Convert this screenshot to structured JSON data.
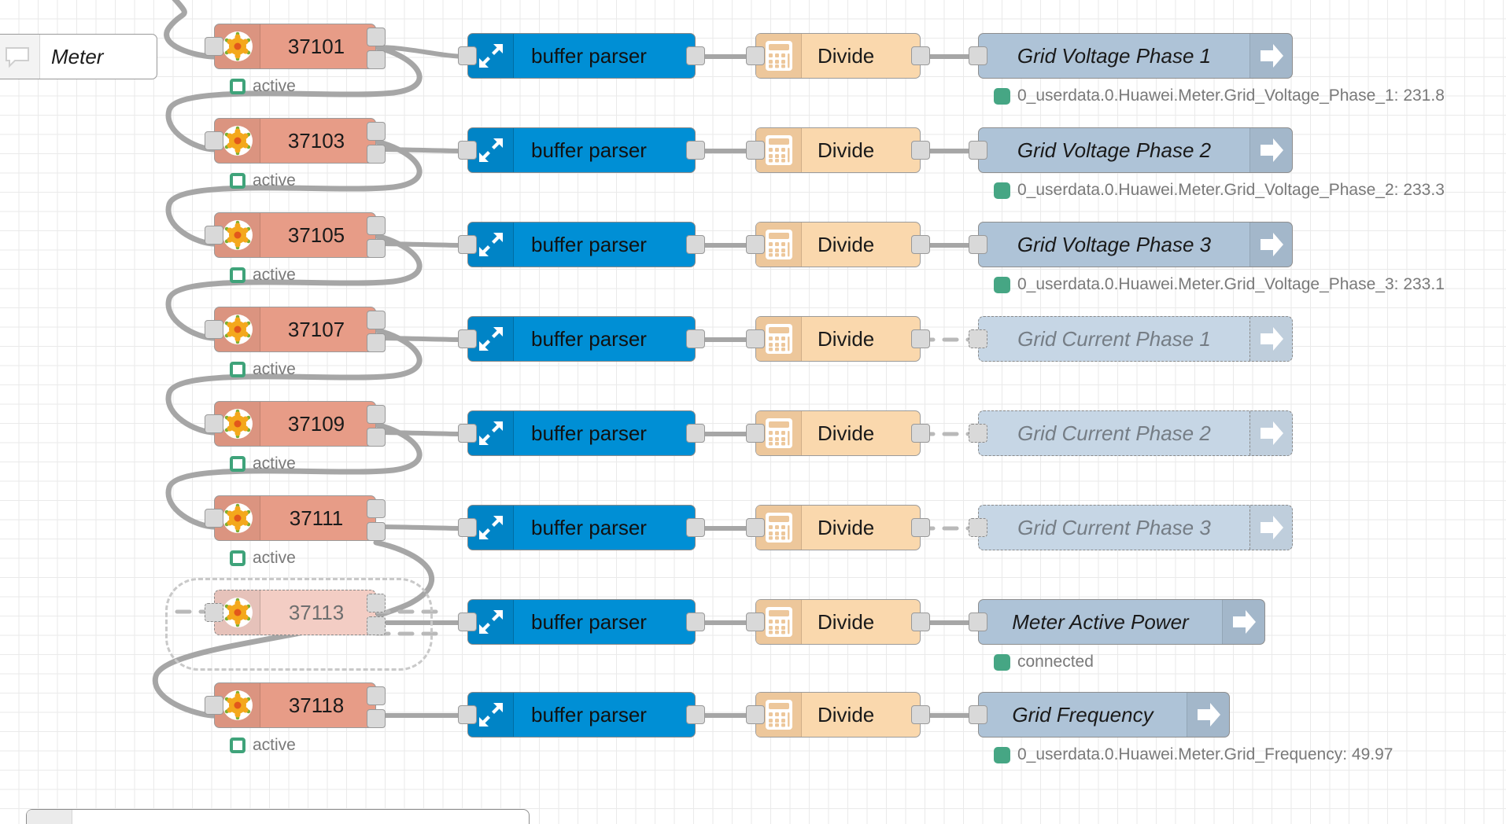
{
  "app": {
    "name": "Node-RED Flow Editor",
    "canvas_label": "flow-canvas"
  },
  "comment": {
    "text": "Meter",
    "icon": "comment-icon"
  },
  "icons": {
    "modbus": "modbus-flexgetter-icon",
    "buffer_parser": "expand-arrows-icon",
    "divide": "calculator-icon",
    "iobroker_out": "arrow-right-icon",
    "comment": "speech-bubble-icon"
  },
  "labels": {
    "buffer_parser": "buffer parser",
    "divide": "Divide",
    "status_active": "active",
    "status_connected": "connected"
  },
  "colors": {
    "modbus": "#e79c87",
    "modbus_disabled": "#f3cdc4",
    "buffer_parser": "#008fd5",
    "divide": "#fad8ad",
    "divide_icon": "#edc79b",
    "iobroker": "#aec3d7",
    "iobroker_disabled": "#c6d6e5",
    "status_green": "#46a684",
    "wire": "#a6a6a6",
    "grid": "#eaeaea",
    "node_border": "#999999"
  },
  "rows": [
    {
      "register": "37101",
      "register_status": "active",
      "parser": "buffer parser",
      "divide": "Divide",
      "out_label": "Grid Voltage Phase 1",
      "out_disabled": false,
      "out_status": "0_userdata.0.Huawei.Meter.Grid_Voltage_Phase_1: 231.8",
      "out_status_kind": "fill"
    },
    {
      "register": "37103",
      "register_status": "active",
      "parser": "buffer parser",
      "divide": "Divide",
      "out_label": "Grid Voltage Phase 2",
      "out_disabled": false,
      "out_status": "0_userdata.0.Huawei.Meter.Grid_Voltage_Phase_2: 233.3",
      "out_status_kind": "fill"
    },
    {
      "register": "37105",
      "register_status": "active",
      "parser": "buffer parser",
      "divide": "Divide",
      "out_label": "Grid Voltage Phase 3",
      "out_disabled": false,
      "out_status": "0_userdata.0.Huawei.Meter.Grid_Voltage_Phase_3: 233.1",
      "out_status_kind": "fill"
    },
    {
      "register": "37107",
      "register_status": "active",
      "parser": "buffer parser",
      "divide": "Divide",
      "out_label": "Grid Current Phase 1",
      "out_disabled": true,
      "out_status": "",
      "out_status_kind": "none"
    },
    {
      "register": "37109",
      "register_status": "active",
      "parser": "buffer parser",
      "divide": "Divide",
      "out_label": "Grid Current Phase 2",
      "out_disabled": true,
      "out_status": "",
      "out_status_kind": "none"
    },
    {
      "register": "37111",
      "register_status": "active",
      "parser": "buffer parser",
      "divide": "Divide",
      "out_label": "Grid Current Phase 3",
      "out_disabled": true,
      "out_status": "",
      "out_status_kind": "none"
    },
    {
      "register": "37113",
      "register_status": "",
      "register_disabled": true,
      "register_selected": true,
      "parser": "buffer parser",
      "divide": "Divide",
      "out_label": "Meter Active Power",
      "out_disabled": false,
      "out_status": "connected",
      "out_status_kind": "fill"
    },
    {
      "register": "37118",
      "register_status": "active",
      "parser": "buffer parser",
      "divide": "Divide",
      "out_label": "Grid Frequency",
      "out_disabled": false,
      "out_status": "0_userdata.0.Huawei.Meter.Grid_Frequency: 49.97",
      "out_status_kind": "fill"
    }
  ]
}
